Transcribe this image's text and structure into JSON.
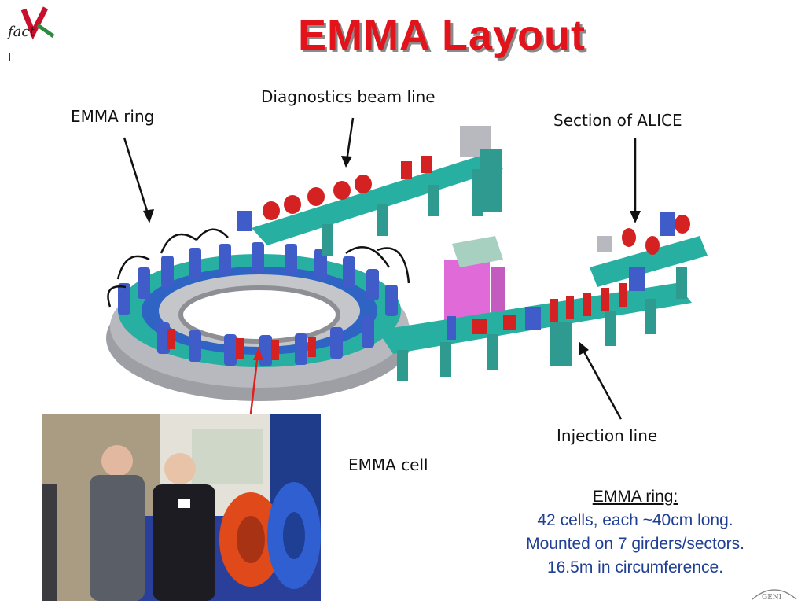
{
  "title": "EMMA Layout",
  "logo": {
    "text": "fact"
  },
  "labels": {
    "emma_ring": "EMMA ring",
    "diagnostics": "Diagnostics beam line",
    "alice": "Section of ALICE",
    "injection": "Injection line",
    "emma_cell": "EMMA cell"
  },
  "info": {
    "heading": "EMMA ring:",
    "lines": [
      "42 cells, each ~40cm long.",
      "Mounted on 7 girders/sectors.",
      "16.5m in circumference."
    ]
  },
  "footer": {
    "logo_text": "GENI"
  },
  "colors": {
    "title": "#e3131b",
    "info_text": "#1f3f95",
    "girder": "#1fa99c",
    "magnet_blue": "#3f5cc9",
    "magnet_red": "#d42222",
    "structure_grey": "#a9abb0",
    "module_pink": "#e06ad8",
    "pointer_red": "#e0201e"
  }
}
